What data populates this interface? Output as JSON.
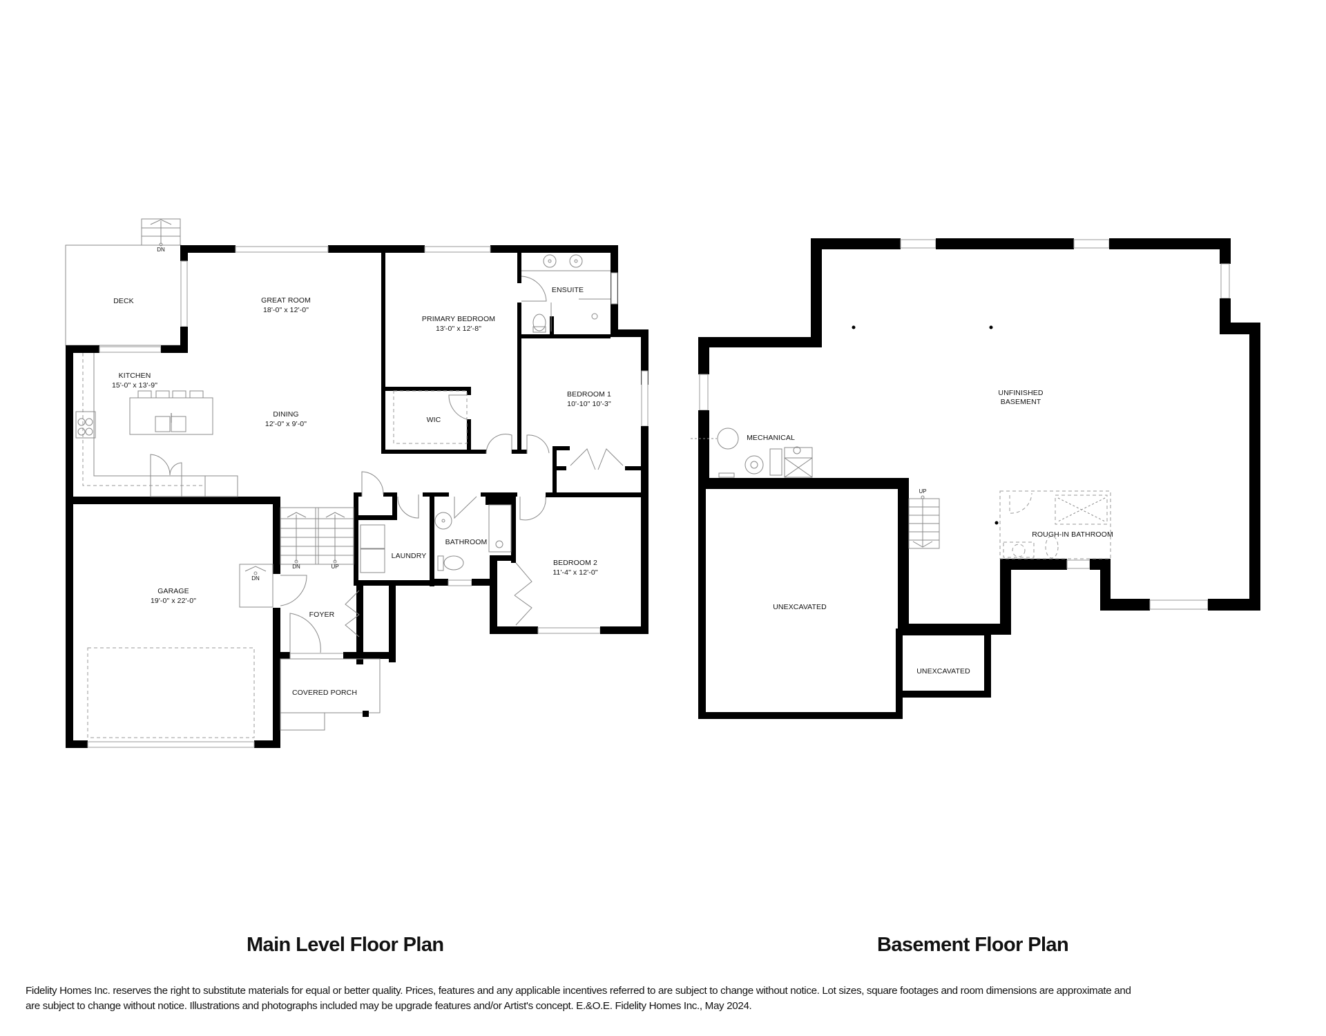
{
  "main_level": {
    "title": "Main Level Floor Plan",
    "rooms": {
      "deck": {
        "name": "DECK"
      },
      "great_room": {
        "name": "GREAT ROOM",
        "dims": "18'-0\" x 12'-0\""
      },
      "kitchen": {
        "name": "KITCHEN",
        "dims": "15'-0\" x 13'-9\""
      },
      "dining": {
        "name": "DINING",
        "dims": "12'-0\" x 9'-0\""
      },
      "primary_bedroom": {
        "name": "PRIMARY BEDROOM",
        "dims": "13'-0\" x 12'-8\""
      },
      "ensuite": {
        "name": "ENSUITE"
      },
      "wic": {
        "name": "WIC"
      },
      "bedroom_1": {
        "name": "BEDROOM 1",
        "dims": "10'-10\" 10'-3\""
      },
      "laundry": {
        "name": "LAUNDRY"
      },
      "bathroom": {
        "name": "BATHROOM"
      },
      "bedroom_2": {
        "name": "BEDROOM 2",
        "dims": "11'-4\" x 12'-0\""
      },
      "garage": {
        "name": "GARAGE",
        "dims": "19'-0\" x 22'-0\""
      },
      "foyer": {
        "name": "FOYER"
      },
      "covered_porch": {
        "name": "COVERED PORCH"
      }
    },
    "stair_labels": {
      "deck_dn": "DN",
      "stair_dn": "DN",
      "stair_up": "UP",
      "garage_dn": "DN"
    }
  },
  "basement": {
    "title": "Basement Floor Plan",
    "rooms": {
      "unfinished_basement": {
        "line1": "UNFINISHED",
        "line2": "BASEMENT"
      },
      "mechanical": {
        "name": "MECHANICAL"
      },
      "rough_in_bathroom": {
        "name": "ROUGH-IN BATHROOM"
      },
      "unexcavated_large": {
        "name": "UNEXCAVATED"
      },
      "unexcavated_small": {
        "name": "UNEXCAVATED"
      }
    },
    "stair_labels": {
      "up": "UP"
    }
  },
  "disclaimer": {
    "line1": "Fidelity Homes Inc. reserves the right to substitute materials for equal or better quality. Prices, features and any applicable incentives referred to are subject to change without notice. Lot sizes, square footages and room dimensions are approximate and",
    "line2": "are subject to change without notice. Illustrations and photographs included may be upgrade features and/or Artist's concept. E.&O.E. Fidelity Homes Inc., May 2024."
  },
  "colors": {
    "wall": "#000000",
    "background": "#ffffff",
    "fixture_line": "#888888"
  }
}
